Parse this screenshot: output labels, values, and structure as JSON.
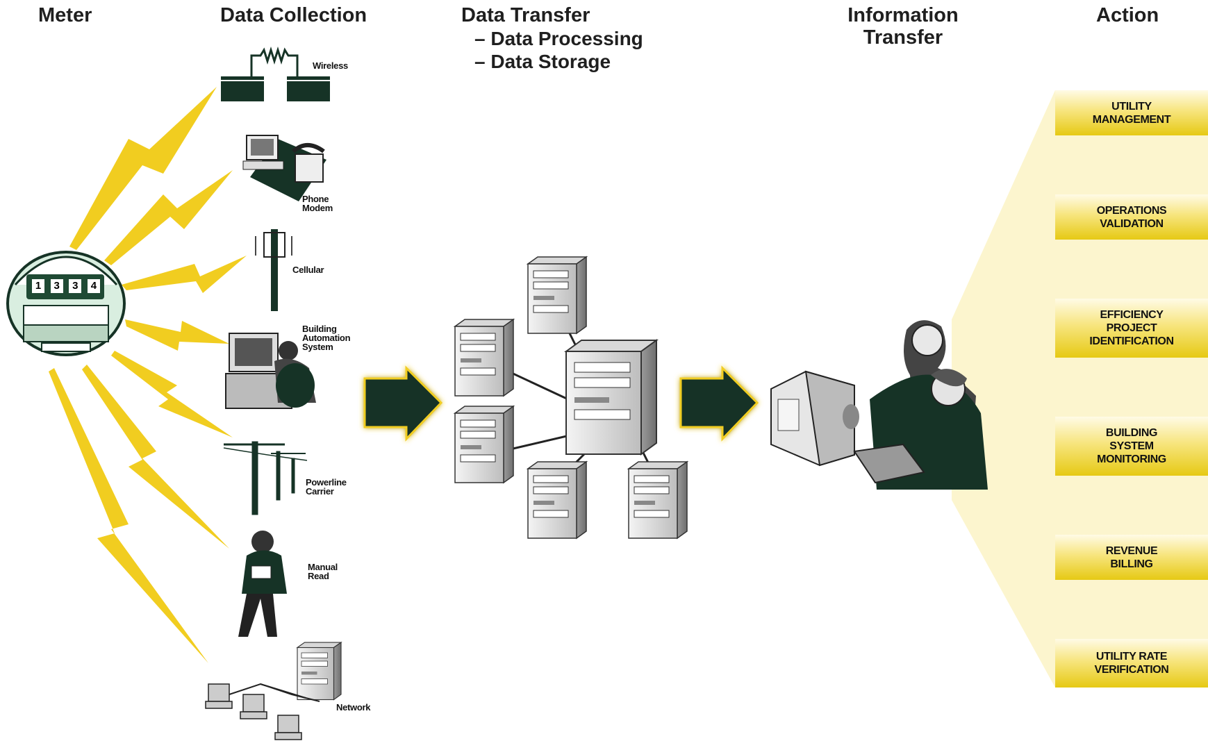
{
  "headers": {
    "meter": "Meter",
    "data_collection": "Data Collection",
    "data_transfer": "Data Transfer",
    "data_processing": "– Data Processing",
    "data_storage": "– Data Storage",
    "information_transfer_line1": "Information",
    "information_transfer_line2": "Transfer",
    "action": "Action"
  },
  "meter": {
    "digits": [
      "1",
      "3",
      "3",
      "4"
    ]
  },
  "collection_methods": [
    {
      "label": "Wireless"
    },
    {
      "label_line1": "Phone",
      "label_line2": "Modem"
    },
    {
      "label": "Cellular"
    },
    {
      "label_line1": "Building",
      "label_line2": "Automation",
      "label_line3": "System"
    },
    {
      "label_line1": "Powerline",
      "label_line2": "Carrier"
    },
    {
      "label_line1": "Manual",
      "label_line2": "Read"
    },
    {
      "label": "Network"
    }
  ],
  "actions": [
    {
      "line1": "UTILITY",
      "line2": "MANAGEMENT"
    },
    {
      "line1": "OPERATIONS",
      "line2": "VALIDATION"
    },
    {
      "line1": "EFFICIENCY",
      "line2": "PROJECT",
      "line3": "IDENTIFICATION"
    },
    {
      "line1": "BUILDING",
      "line2": "SYSTEM",
      "line3": "MONITORING"
    },
    {
      "line1": "REVENUE",
      "line2": "BILLING"
    },
    {
      "line1": "UTILITY RATE",
      "line2": "VERIFICATION"
    }
  ],
  "colors": {
    "lightning": "#f1cd20",
    "arrow": "#163326",
    "dark_green": "#163326",
    "action_gold": "#e6c914",
    "fan": "#fbf3c6"
  }
}
